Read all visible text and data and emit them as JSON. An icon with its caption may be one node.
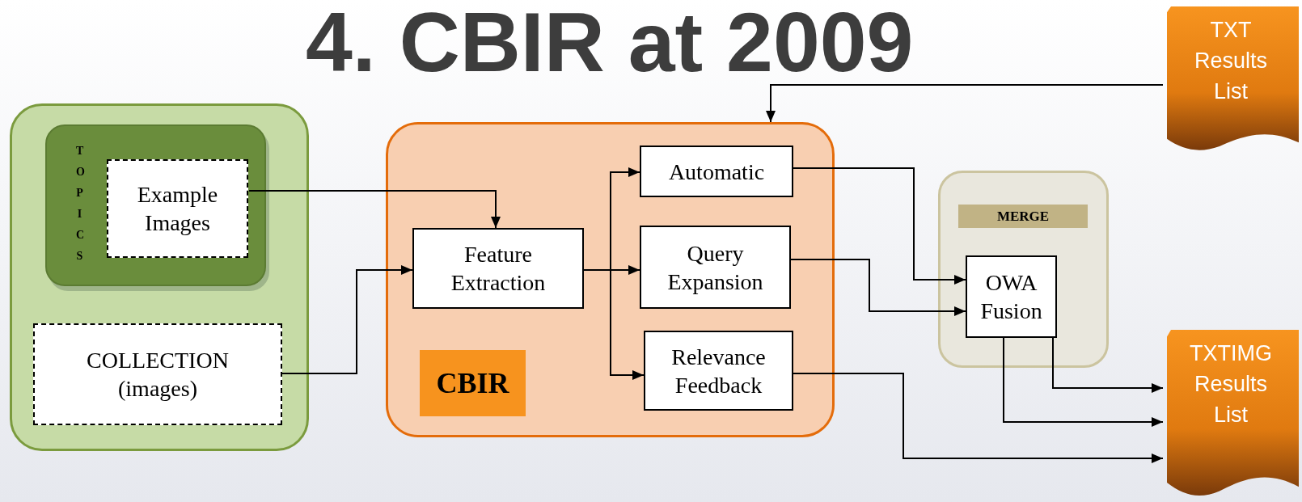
{
  "diagram": {
    "title": "4. CBIR at 2009",
    "nodes": [
      {
        "text": [],
        "shape": "box"
      },
      {
        "text": [
          "TOPICS"
        ],
        "in": 0
      },
      {
        "text": [
          "Example Images"
        ],
        "in": 1
      },
      {
        "text": [
          "COLLECTION (images)"
        ],
        "in": 0
      },
      {
        "text": [],
        "shape": "box"
      },
      {
        "text": [
          "CBIR"
        ],
        "in": 4
      },
      {
        "text": [
          "Feature Extraction"
        ],
        "in": 4
      },
      {
        "text": [
          "Automatic"
        ],
        "in": 4
      },
      {
        "text": [
          "Query Expansion"
        ],
        "in": 4
      },
      {
        "text": [
          "Relevance Feedback"
        ],
        "in": 4
      },
      {
        "text": [
          "TXT Results List"
        ]
      },
      {
        "text": [
          "MERGE"
        ]
      },
      {
        "text": [
          "OWA Fusion"
        ],
        "in": 11
      },
      {
        "text": [
          "TXTIMG Results List"
        ]
      }
    ],
    "edges": [
      {
        "from": 2,
        "to": 6,
        "arrow": "to"
      },
      {
        "from": 3,
        "to": 6,
        "arrow": "to"
      },
      {
        "from": 6,
        "to": 7,
        "arrow": "to"
      },
      {
        "from": 6,
        "to": 8,
        "arrow": "to"
      },
      {
        "from": 6,
        "to": 9,
        "arrow": "to"
      },
      {
        "from": 10,
        "to": 4,
        "arrow": "to"
      },
      {
        "from": 7,
        "to": 12,
        "arrow": "to"
      },
      {
        "from": 8,
        "to": 12,
        "arrow": "to"
      },
      {
        "from": 12,
        "to": 13,
        "arrow": "to"
      },
      {
        "from": 12,
        "to": 13,
        "arrow": "to"
      },
      {
        "from": 9,
        "to": 13,
        "arrow": "to"
      }
    ]
  }
}
